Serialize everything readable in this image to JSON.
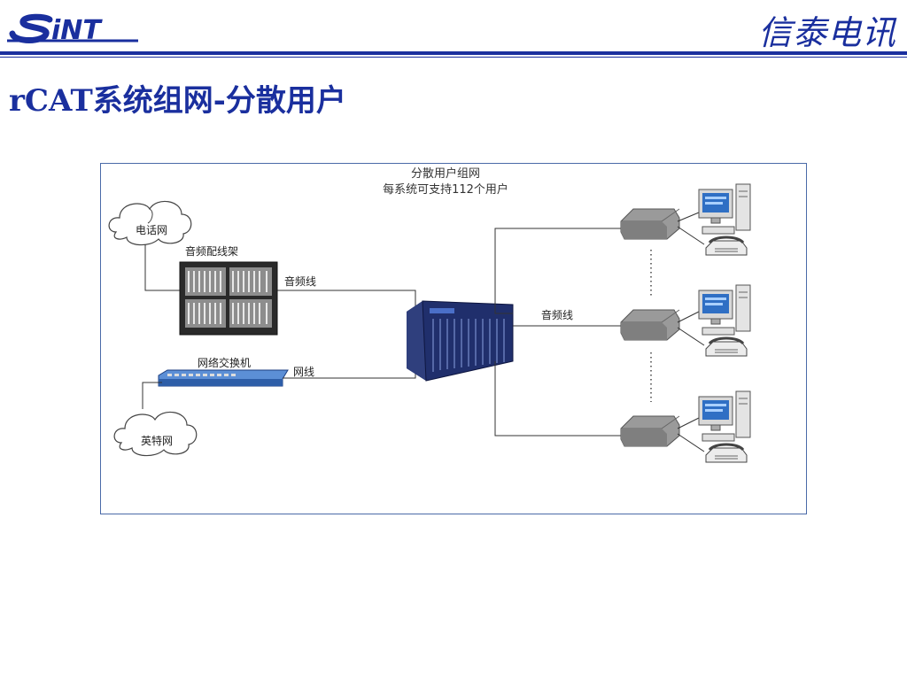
{
  "header": {
    "logo_text": "SiNT",
    "company_name": "信泰电讯"
  },
  "slide": {
    "title": "rCAT系统组网-分散用户"
  },
  "diagram": {
    "heading_line1": "分散用户组网",
    "heading_line2": "每系统可支持112个用户",
    "phone_network_label": "电话网",
    "internet_label": "英特网",
    "audio_patch_panel_label": "音频配线架",
    "audio_line_left_label": "音频线",
    "network_switch_label": "网络交换机",
    "network_line_label": "网线",
    "audio_line_right_label": "音频线",
    "colors": {
      "accent": "#1a2f9e",
      "line": "#333333",
      "rack": "#1c2a63"
    }
  }
}
